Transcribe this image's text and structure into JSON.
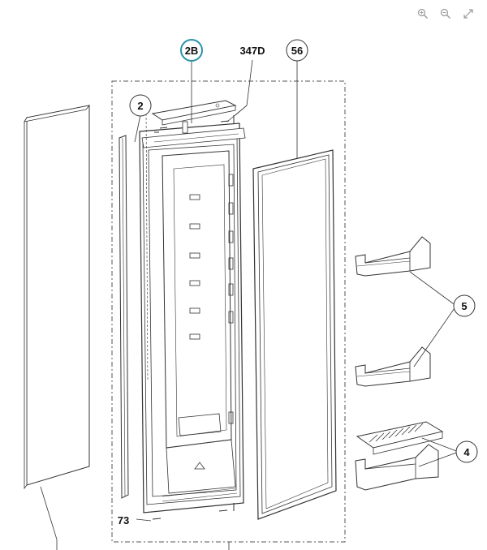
{
  "toolbar": {
    "zoom_in_icon": "zoom-in-icon",
    "zoom_out_icon": "zoom-out-icon",
    "expand_icon": "expand-icon"
  },
  "callouts": {
    "c2b": "2B",
    "c347d": "347D",
    "c56": "56",
    "c2": "2",
    "c5": "5",
    "c4": "4",
    "c73": "73"
  },
  "colors": {
    "line": "#333333",
    "highlight_ring": "#2a93a8",
    "toolbar_icon": "#9a9a9a"
  }
}
